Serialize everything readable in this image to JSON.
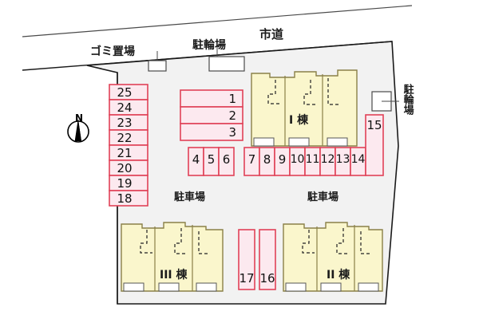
{
  "title": "apartment-site-plan",
  "colors": {
    "site_fill": "#f2f2f2",
    "parking_fill": "#fce9ef",
    "parking_stroke": "#e04257",
    "building_fill": "#faf6cc",
    "building_stroke": "#8a8048",
    "boundary_stroke": "#1a1a1a",
    "road_stroke": "#4a4a4a",
    "balcony_fill": "#ffffff",
    "text": "#1a1a1a"
  },
  "annotations": {
    "road": "市道",
    "garbage": "ゴミ置場",
    "bicycle_top": "駐輪場",
    "bicycle_right": "駐輪場",
    "parking_lot_left": "駐車場",
    "parking_lot_right": "駐車場"
  },
  "compass": {
    "north_label": "N"
  },
  "buildings": [
    {
      "id": "bldg-1",
      "label": "I 棟"
    },
    {
      "id": "bldg-2",
      "label": "II 棟"
    },
    {
      "id": "bldg-3",
      "label": "III 棟"
    }
  ],
  "parking_spaces": {
    "left_column": [
      "25",
      "24",
      "23",
      "22",
      "21",
      "20",
      "19",
      "18"
    ],
    "center_stack": [
      "1",
      "2",
      "3"
    ],
    "row_small": [
      "4",
      "5",
      "6"
    ],
    "row_long": [
      "7",
      "8",
      "9",
      "10",
      "11",
      "12",
      "13",
      "14"
    ],
    "right_tall": [
      "15"
    ],
    "bottom_pair": [
      "17",
      "16"
    ]
  }
}
